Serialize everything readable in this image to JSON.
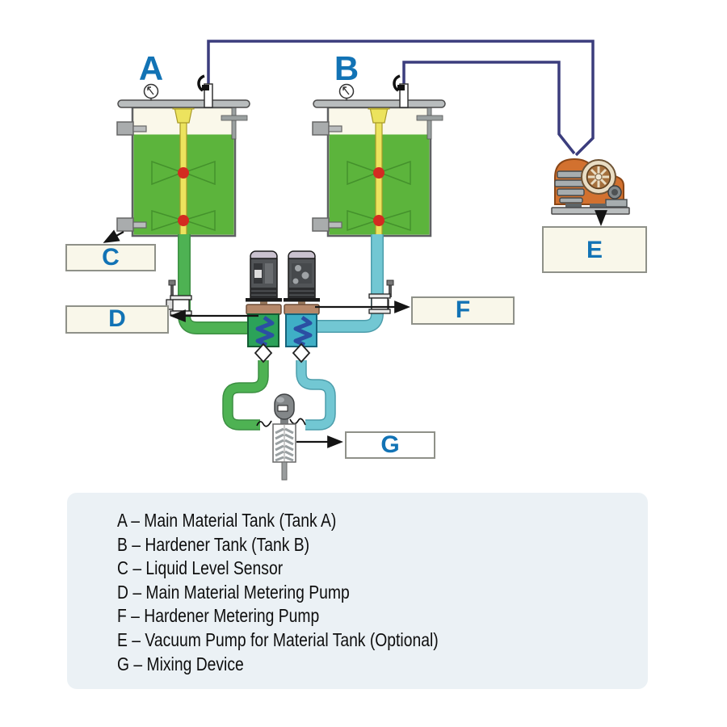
{
  "diagram": {
    "tank_a_label": "A",
    "tank_b_label": "B",
    "callouts": {
      "c": "C",
      "d": "D",
      "e": "E",
      "f": "F",
      "g": "G"
    }
  },
  "legend": {
    "items": [
      "A – Main Material Tank (Tank A)",
      "B – Hardener Tank (Tank B)",
      "C – Liquid Level Sensor",
      "D – Main Material Metering Pump",
      "F – Hardener Metering Pump",
      "E – Vacuum Pump for Material Tank (Optional)",
      "G – Mixing Device"
    ]
  },
  "colors": {
    "label_blue": "#1273b5",
    "tank_liquid_green": "#5cb43c",
    "main_material_pipe_green": "#4eb253",
    "hardener_pipe_cyan": "#72c7d3",
    "vacuum_line_navy": "#3b3d7d",
    "impeller_hub_red": "#d32b21",
    "agitator_shaft_yellow": "#ece35e",
    "vacuum_pump_orange": "#d2712f",
    "callout_box_fill": "#f9f7ea",
    "legend_panel_bg": "#ebf1f5"
  }
}
